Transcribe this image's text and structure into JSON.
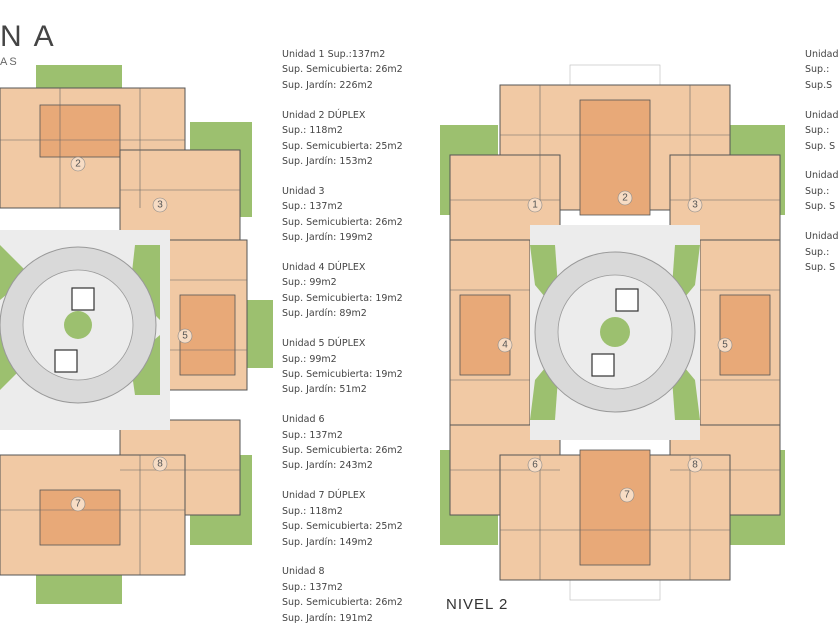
{
  "brand": {
    "title": "NA",
    "subtitle": "AS"
  },
  "units": [
    {
      "lines": [
        "Unidad 1 Sup.:137m2",
        "Sup. Semicubierta: 26m2",
        "Sup. Jardín: 226m2"
      ]
    },
    {
      "lines": [
        "Unidad 2 DÚPLEX",
        "Sup.: 118m2",
        "Sup. Semicubierta: 25m2",
        "Sup. Jardín: 153m2"
      ]
    },
    {
      "lines": [
        "Unidad 3",
        "Sup.: 137m2",
        "Sup. Semicubierta: 26m2",
        "Sup. Jardín: 199m2"
      ]
    },
    {
      "lines": [
        "Unidad 4 DÚPLEX",
        "Sup.: 99m2",
        "Sup. Semicubierta: 19m2",
        "Sup. Jardín: 89m2"
      ]
    },
    {
      "lines": [
        "Unidad 5 DÚPLEX",
        "Sup.: 99m2",
        "Sup. Semicubierta: 19m2",
        "Sup. Jardín: 51m2"
      ]
    },
    {
      "lines": [
        "Unidad 6",
        "Sup.: 137m2",
        "Sup. Semicubierta: 26m2",
        "Sup. Jardín: 243m2"
      ]
    },
    {
      "lines": [
        "Unidad 7 DÚPLEX",
        "Sup.: 118m2",
        "Sup. Semicubierta: 25m2",
        "Sup. Jardín: 149m2"
      ]
    },
    {
      "lines": [
        "Unidad 8",
        "Sup.: 137m2",
        "Sup. Semicubierta: 26m2",
        "Sup. Jardín: 191m2"
      ]
    }
  ],
  "right_column": [
    {
      "lines": [
        "Unidad",
        "Sup.:",
        "Sup.S"
      ]
    },
    {
      "lines": [
        "Unidad",
        "Sup.:",
        "Sup. S"
      ]
    },
    {
      "lines": [
        "Unidad",
        "Sup.:",
        "Sup. S"
      ]
    },
    {
      "lines": [
        "Unidad",
        "Sup.:",
        "Sup. S"
      ]
    }
  ],
  "plan_left_numbers": [
    "2",
    "3",
    "5",
    "7",
    "8"
  ],
  "plan_right_numbers": [
    "1",
    "2",
    "3",
    "4",
    "5",
    "6",
    "7",
    "8"
  ],
  "level_label": "NIVEL 2",
  "colors": {
    "room": "#f1c9a4",
    "room_dark": "#e8a978",
    "garden": "#9cc06f",
    "wall": "#555555",
    "court": "#d9d9d9"
  }
}
